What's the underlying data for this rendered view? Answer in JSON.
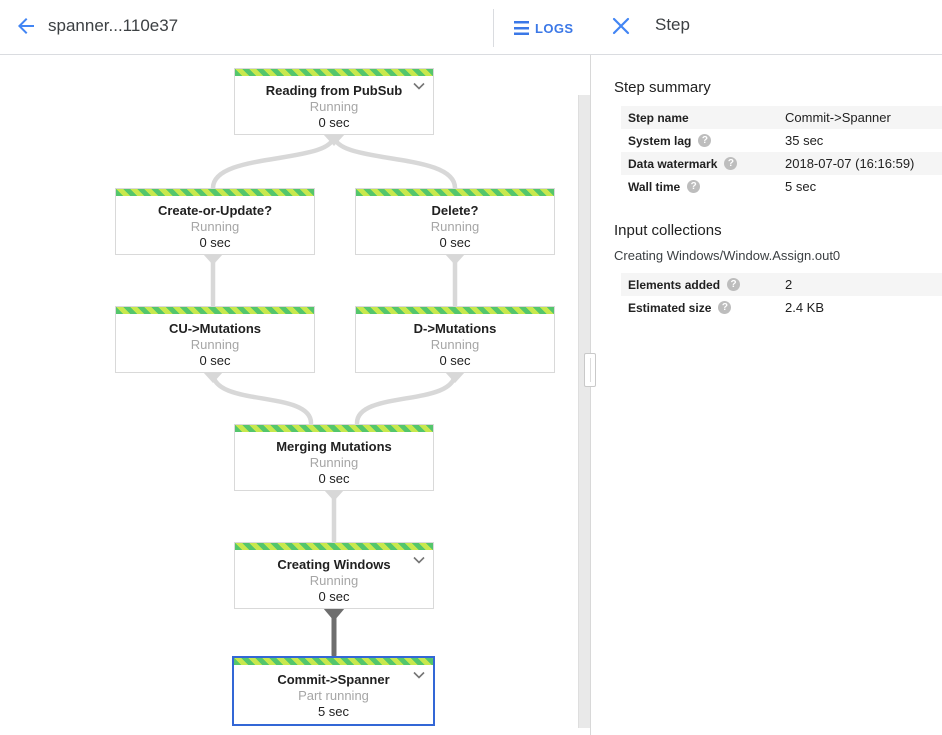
{
  "topbar": {
    "title": "spanner...110e37",
    "logs_label": "LOGS"
  },
  "panel": {
    "title": "Step",
    "step_summary": {
      "heading": "Step summary",
      "rows": [
        {
          "label": "Step name",
          "value": "Commit->Spanner"
        },
        {
          "label": "System lag",
          "value": "35 sec"
        },
        {
          "label": "Data watermark",
          "value": "2018-07-07 (16:16:59)"
        },
        {
          "label": "Wall time",
          "value": "5 sec"
        }
      ]
    },
    "input_collections": {
      "heading": "Input collections",
      "collection_name": "Creating Windows/Window.Assign.out0",
      "rows": [
        {
          "label": "Elements added",
          "value": "2"
        },
        {
          "label": "Estimated size",
          "value": "2.4 KB"
        }
      ]
    }
  },
  "graph": {
    "nodes": [
      {
        "label": "Reading from PubSub",
        "status": "Running",
        "duration": "0 sec",
        "expandable": true,
        "selected": false
      },
      {
        "label": "Create-or-Update?",
        "status": "Running",
        "duration": "0 sec",
        "expandable": false,
        "selected": false
      },
      {
        "label": "Delete?",
        "status": "Running",
        "duration": "0 sec",
        "expandable": false,
        "selected": false
      },
      {
        "label": "CU->Mutations",
        "status": "Running",
        "duration": "0 sec",
        "expandable": false,
        "selected": false
      },
      {
        "label": "D->Mutations",
        "status": "Running",
        "duration": "0 sec",
        "expandable": false,
        "selected": false
      },
      {
        "label": "Merging Mutations",
        "status": "Running",
        "duration": "0 sec",
        "expandable": false,
        "selected": false
      },
      {
        "label": "Creating Windows",
        "status": "Running",
        "duration": "0 sec",
        "expandable": true,
        "selected": false
      },
      {
        "label": "Commit->Spanner",
        "status": "Part running",
        "duration": "5 sec",
        "expandable": true,
        "selected": true
      }
    ],
    "edges": [
      {
        "from": "Reading from PubSub",
        "to": "Create-or-Update?",
        "active": false
      },
      {
        "from": "Reading from PubSub",
        "to": "Delete?",
        "active": false
      },
      {
        "from": "Create-or-Update?",
        "to": "CU->Mutations",
        "active": false
      },
      {
        "from": "Delete?",
        "to": "D->Mutations",
        "active": false
      },
      {
        "from": "CU->Mutations",
        "to": "Merging Mutations",
        "active": false
      },
      {
        "from": "D->Mutations",
        "to": "Merging Mutations",
        "active": false
      },
      {
        "from": "Merging Mutations",
        "to": "Creating Windows",
        "active": false
      },
      {
        "from": "Creating Windows",
        "to": "Commit->Spanner",
        "active": true
      }
    ]
  },
  "colors": {
    "accent_blue": "#3b78e7",
    "selected_border": "#3367d6",
    "stripe_green": "#54c66c",
    "stripe_yellow_green": "#c8e84d",
    "edge_gray": "#d8d8d8",
    "edge_active": "#6e6e6e",
    "row_alt_bg": "#f5f5f5",
    "status_text": "#a6a6a6"
  }
}
